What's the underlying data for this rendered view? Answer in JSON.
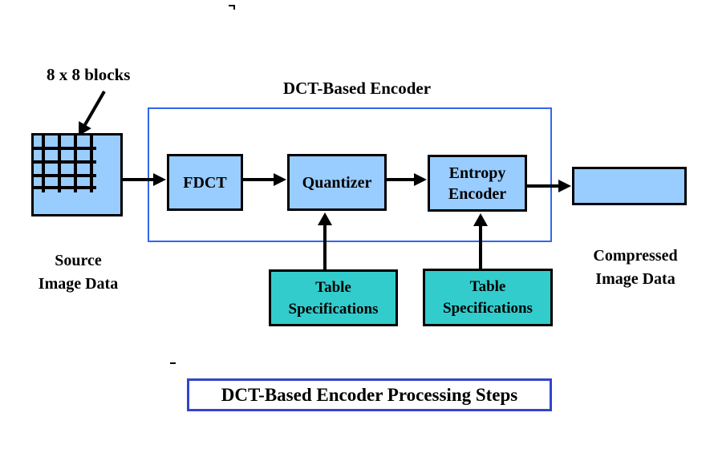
{
  "diagram": {
    "title": "DCT-Based Encoder",
    "caption_box": "DCT-Based Encoder Processing Steps",
    "labels": {
      "blocks": "8 x 8 blocks",
      "source_line1": "Source",
      "source_line2": "Image Data",
      "compressed_line1": "Compressed",
      "compressed_line2": "Image Data"
    },
    "nodes": {
      "fdct": "FDCT",
      "quantizer": "Quantizer",
      "entropy_line1": "Entropy",
      "entropy_line2": "Encoder",
      "table_left_line1": "Table",
      "table_left_line2": "Specifications",
      "table_right_line1": "Table",
      "table_right_line2": "Specifications"
    },
    "stray_marks": {
      "top_mark": "¬",
      "mid_dash": "-"
    },
    "colors": {
      "process_box_fill": "#99CCFF",
      "table_box_fill": "#33CCCC",
      "encoder_boundary_border": "#3366EE",
      "caption_border": "#3344CC",
      "line_color": "#000000",
      "text_color": "#000000",
      "background": "#FFFFFF"
    },
    "flow": [
      "Source Image Data (8 x 8 blocks) -> FDCT",
      "FDCT -> Quantizer",
      "Quantizer -> Entropy Encoder",
      "Entropy Encoder -> Compressed Image Data",
      "Table Specifications -> Quantizer",
      "Table Specifications -> Entropy Encoder"
    ]
  }
}
